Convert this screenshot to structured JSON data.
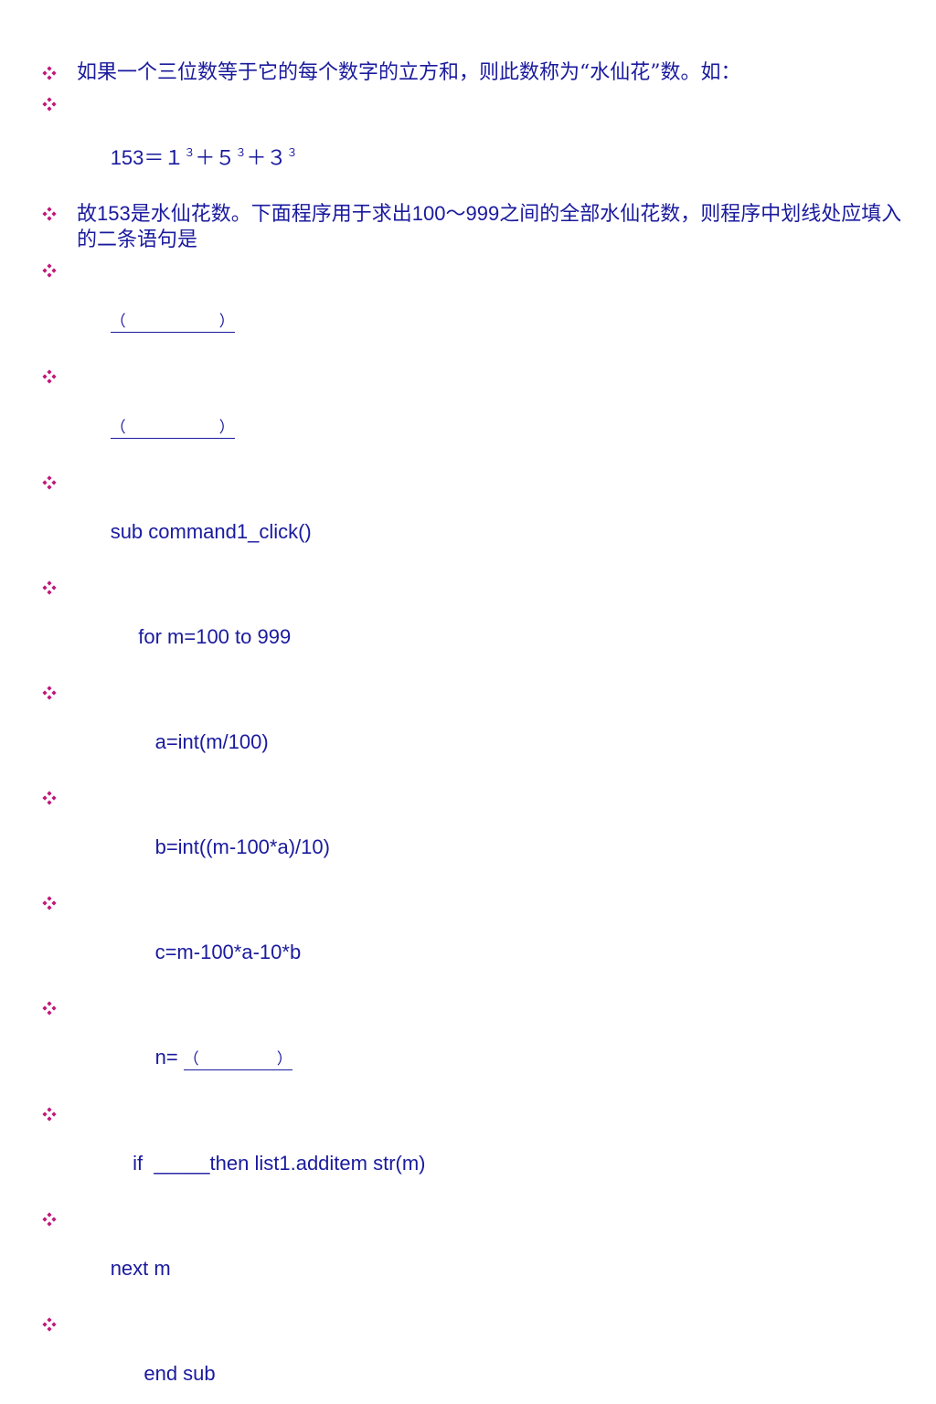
{
  "bullet_color": "#c0187a",
  "text_color": "#1a1a9e",
  "bullet_icon": "diamond-quad-bullet-icon",
  "lines": {
    "intro": "如果一个三位数等于它的每个数字的立方和，则此数称为“水仙花”数。如：",
    "example_a": "153＝１",
    "example_sup1": "３",
    "example_b": "＋５",
    "example_sup2": "３",
    "example_c": "＋３",
    "example_sup3": "３",
    "question_a": "故",
    "question_b": "153",
    "question_c": "是水仙花数。下面程序用于求出",
    "question_d": "100",
    "question_e": "～",
    "question_f": "999",
    "question_g": "之间的全部水仙花数，则程序中划线处应填入的二条语句是",
    "blank1": "（　　　　　　）",
    "blank2": "（　　　　　　）",
    "code1": "sub command1_click()",
    "code2": "     for m=100 to 999",
    "code3": "        a=int(m/100)",
    "code4": "        b=int((m-100*a)/10)",
    "code5": "        c=m-100*a-10*b",
    "code6_prefix": "        n= ",
    "code6_blank": "（　　　　　）",
    "code7": "    if  _____then list1.additem str(m)",
    "code8": "next m",
    "code9": "      end sub"
  }
}
